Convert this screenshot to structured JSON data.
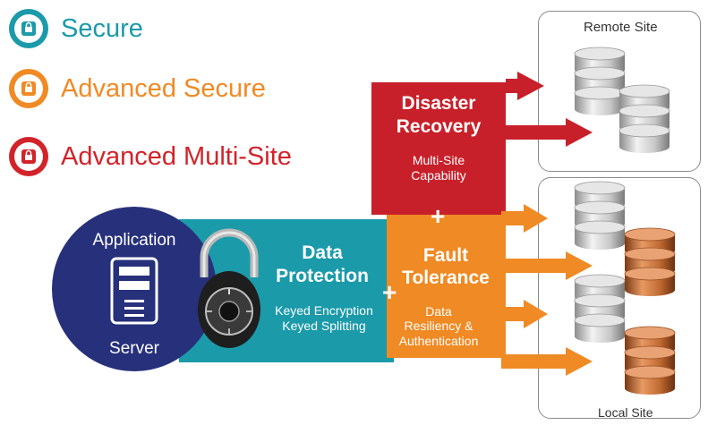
{
  "legend": [
    {
      "label": "Secure",
      "color": "#1b9aaa"
    },
    {
      "label": "Advanced Secure",
      "color": "#f08a24"
    },
    {
      "label": "Advanced Multi-Site",
      "color": "#d2232a"
    }
  ],
  "sites": {
    "remote_label": "Remote Site",
    "local_label": "Local Site"
  },
  "app_server": {
    "top_label": "Application",
    "bottom_label": "Server",
    "color": "#27307a"
  },
  "data_protection": {
    "title_line1": "Data",
    "title_line2": "Protection",
    "sub_line1": "Keyed Encryption",
    "sub_line2": "Keyed Splitting",
    "color": "#1b9aaa"
  },
  "fault_tolerance": {
    "title_line1": "Fault",
    "title_line2": "Tolerance",
    "sub_line1": "Data",
    "sub_line2": "Resiliency &",
    "sub_line3": "Authentication",
    "color": "#f08a24"
  },
  "disaster_recovery": {
    "title_line1": "Disaster",
    "title_line2": "Recovery",
    "sub_line1": "Multi-Site",
    "sub_line2": "Capability",
    "color": "#c8202a"
  },
  "plus_symbol": "+",
  "icons": [
    "database-lock-icon",
    "server-icon",
    "padlock-icon",
    "database-icon"
  ]
}
